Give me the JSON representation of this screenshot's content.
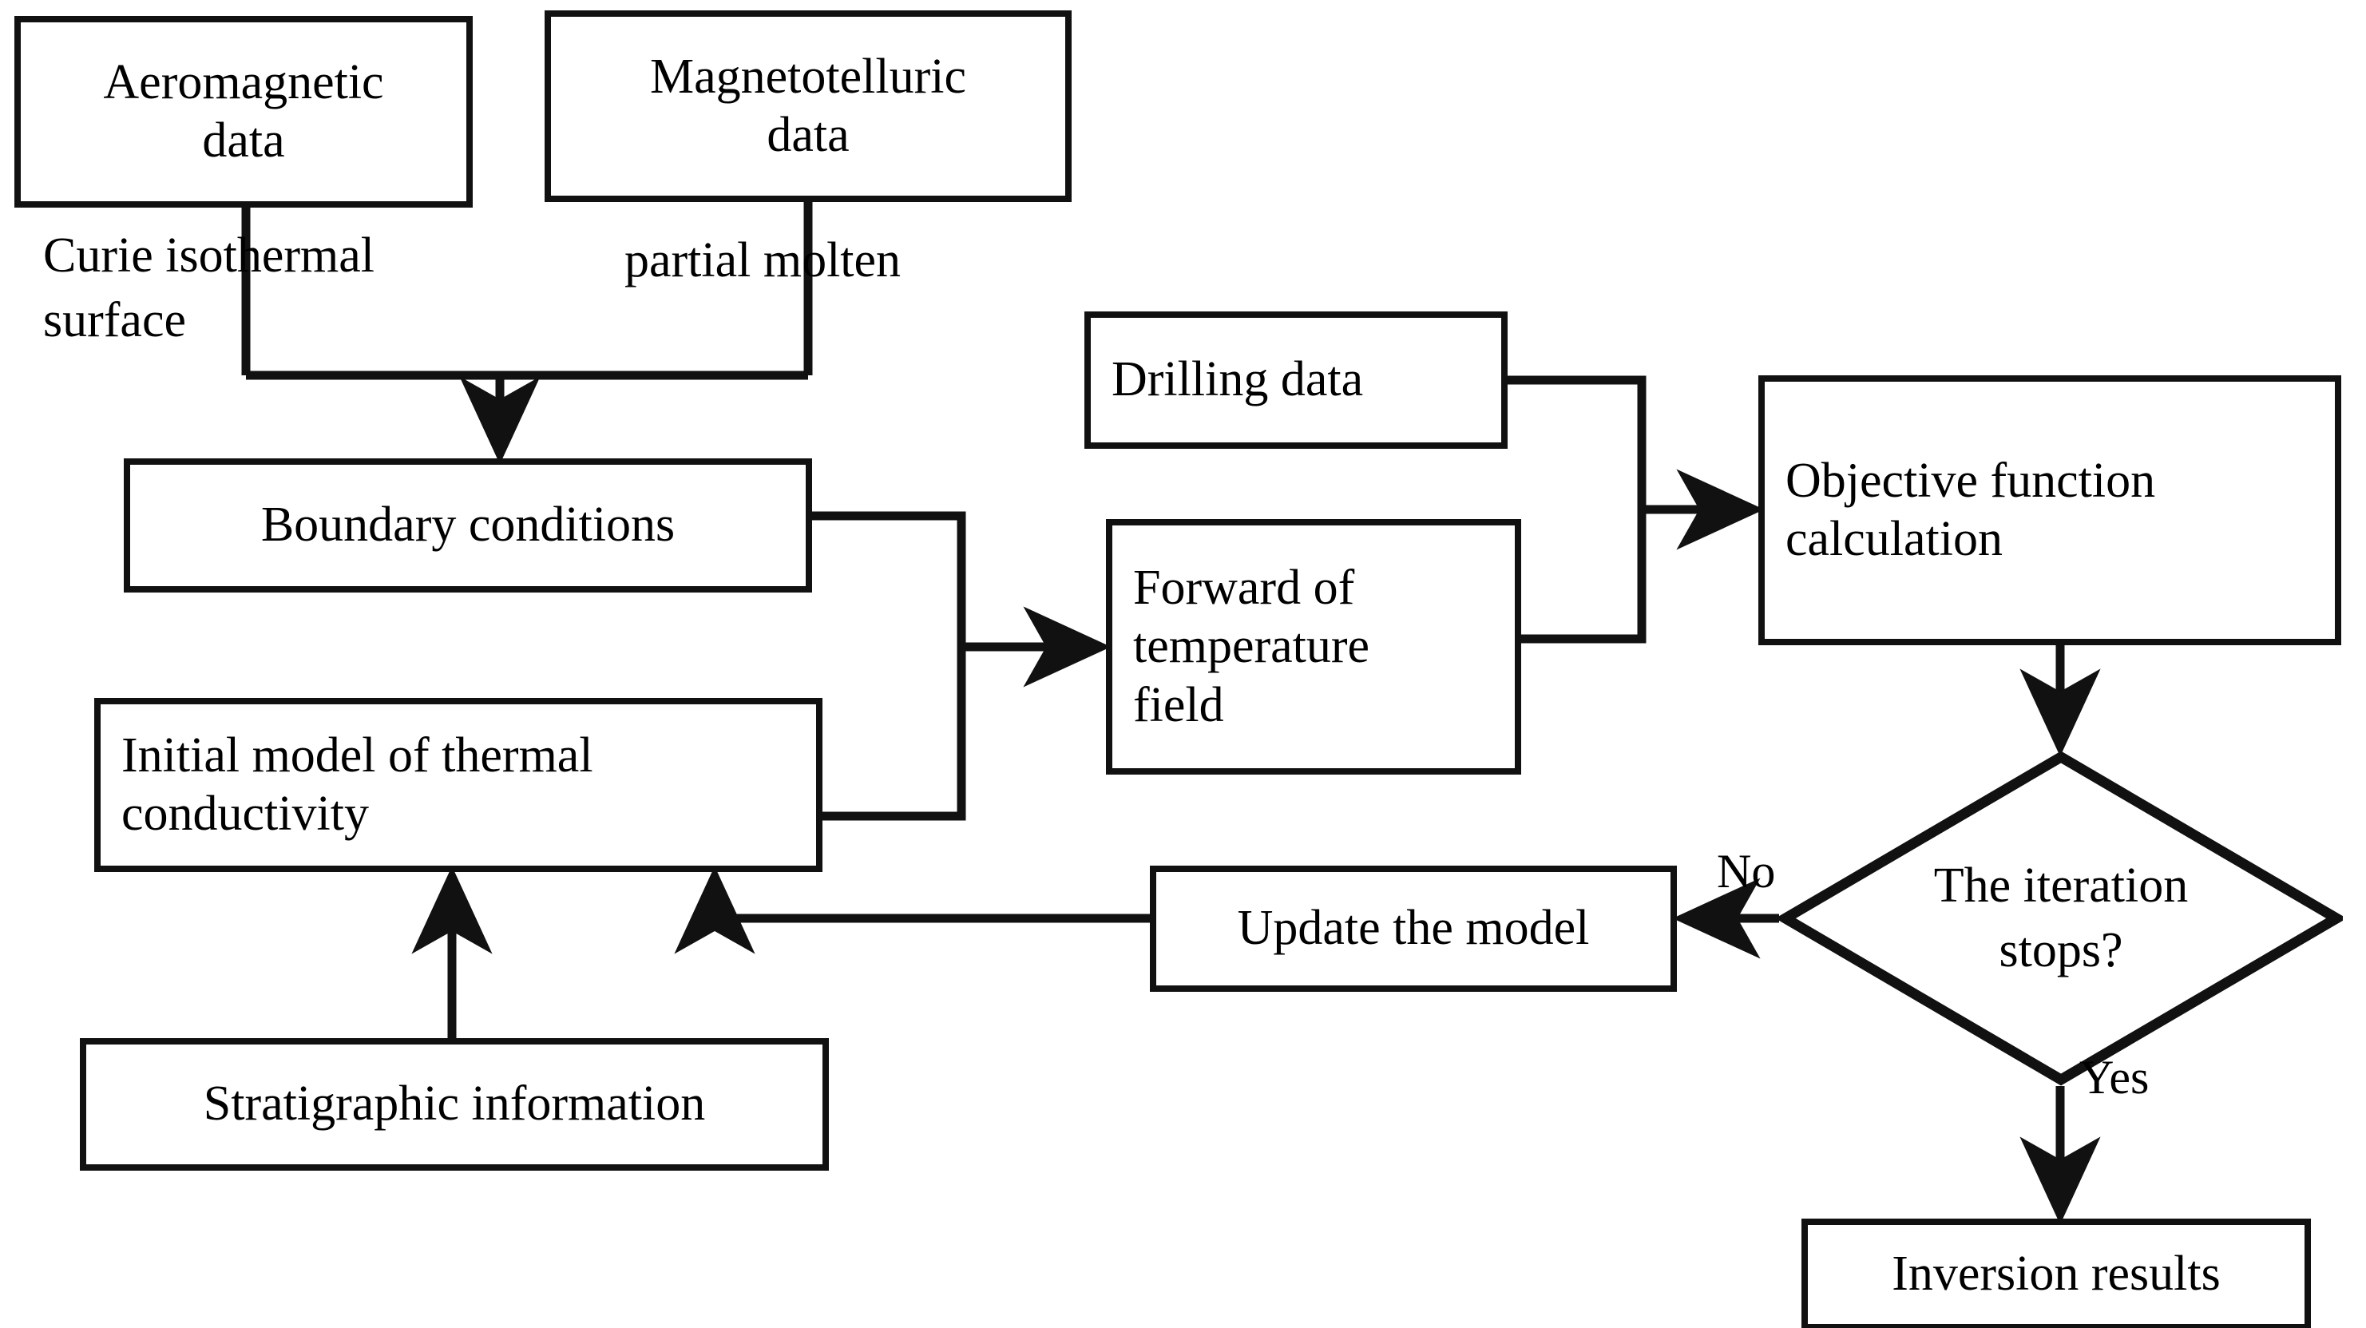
{
  "diagram": {
    "title": "Joint geophysical inversion workflow for thermal conductivity",
    "type": "flowchart",
    "background_color": "#ffffff",
    "line_color": "#111111",
    "text_color": "#000000"
  },
  "nodes": {
    "aeromagnetic": {
      "label": "Aeromagnetic\ndata",
      "shape": "rectangle"
    },
    "magnetotelluric": {
      "label": "Magnetotelluric\ndata",
      "shape": "rectangle"
    },
    "boundary": {
      "label": "Boundary conditions",
      "shape": "rectangle"
    },
    "drilling": {
      "label": "Drilling  data",
      "shape": "rectangle"
    },
    "forward": {
      "label": "Forward of\n temperature\nfield",
      "shape": "rectangle"
    },
    "objective": {
      "label": "Objective function\ncalculation",
      "shape": "rectangle"
    },
    "initial": {
      "label": "Initial model of thermal\nconductivity",
      "shape": "rectangle"
    },
    "update": {
      "label": "Update the model",
      "shape": "rectangle"
    },
    "stratigraphic": {
      "label": "Stratigraphic  information",
      "shape": "rectangle"
    },
    "iteration": {
      "label": "The iteration\nstops?",
      "shape": "diamond"
    },
    "inversion": {
      "label": "Inversion results",
      "shape": "rectangle"
    }
  },
  "edge_labels": {
    "curie": "Curie isothermal\nsurface",
    "partial": "partial molten",
    "no": "No",
    "yes": "Yes"
  },
  "edges": [
    {
      "from": "aeromagnetic",
      "to": "boundary",
      "label": "Curie isothermal surface",
      "arrow": true
    },
    {
      "from": "magnetotelluric",
      "to": "boundary",
      "label": "partial molten",
      "arrow": true
    },
    {
      "from": "boundary",
      "to": "forward",
      "label": "",
      "arrow": true
    },
    {
      "from": "initial",
      "to": "forward",
      "label": "",
      "arrow": true
    },
    {
      "from": "drilling",
      "to": "objective",
      "label": "",
      "arrow": true
    },
    {
      "from": "forward",
      "to": "objective",
      "label": "",
      "arrow": true
    },
    {
      "from": "objective",
      "to": "iteration",
      "label": "",
      "arrow": true
    },
    {
      "from": "iteration",
      "to": "update",
      "label": "No",
      "arrow": true
    },
    {
      "from": "update",
      "to": "initial",
      "label": "",
      "arrow": true
    },
    {
      "from": "stratigraphic",
      "to": "initial",
      "label": "",
      "arrow": true
    },
    {
      "from": "iteration",
      "to": "inversion",
      "label": "Yes",
      "arrow": true
    }
  ]
}
